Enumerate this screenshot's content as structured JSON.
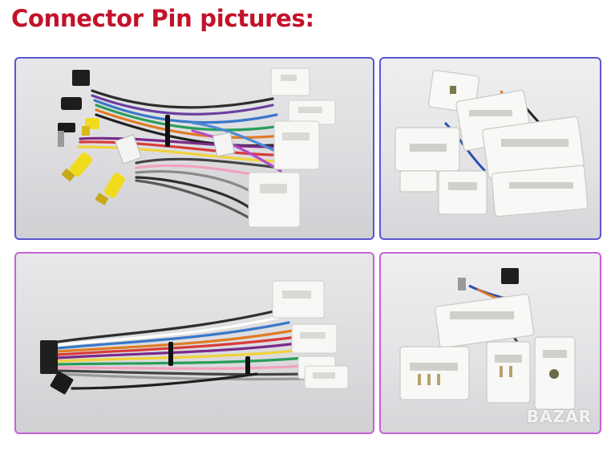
{
  "header": {
    "title": "Connector Pin pictures:"
  },
  "photos": [
    {
      "name": "harness-overview"
    },
    {
      "name": "connector-closeup"
    },
    {
      "name": "harness-alt"
    },
    {
      "name": "connector-pins"
    }
  ],
  "watermark": "BAZAR",
  "colors": {
    "title": "#c3122a",
    "frame_blue": "#5b55d3",
    "frame_purple": "#c561d6"
  }
}
